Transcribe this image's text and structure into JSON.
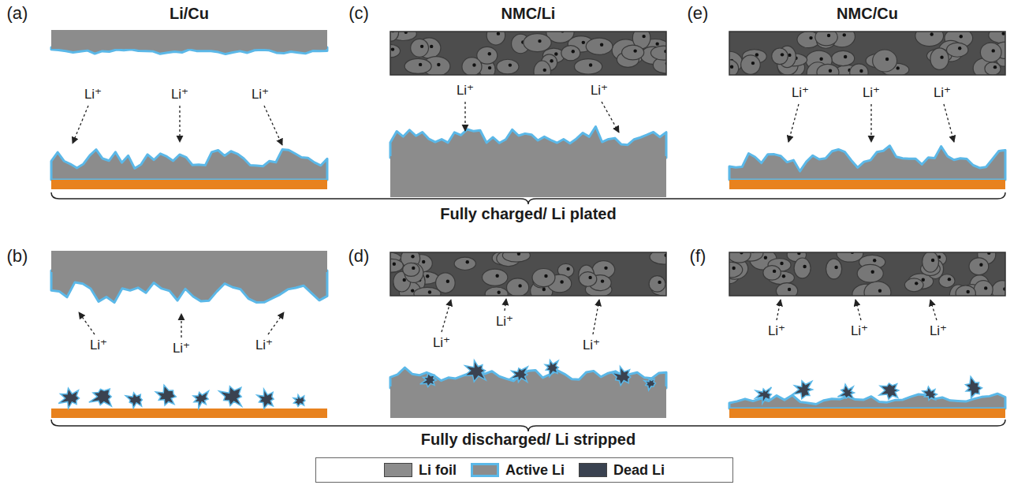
{
  "diagram": {
    "labels": [
      "(a)",
      "Li/Cu",
      "Li⁺",
      "Li⁺",
      "Li⁺",
      "(c)",
      "NMC/Li",
      "Li⁺",
      "Li⁺",
      "(e)",
      "NMC/Cu",
      "Li⁺",
      "Li⁺",
      "Li⁺",
      "Fully charged/ Li plated",
      "(b)",
      "Li⁺",
      "Li⁺",
      "Li⁺",
      "(d)",
      "Li⁺",
      "Li⁺",
      "Li⁺",
      "(f)",
      "Li⁺",
      "Li⁺",
      "Li⁺",
      "Fully discharged/ Li stripped"
    ],
    "legend": [
      {
        "text": "Li foil",
        "color": "#8c8c8c"
      },
      {
        "text": "Active Li"
      },
      {
        "text": "Dead Li",
        "color": "#3a4250"
      }
    ]
  }
}
